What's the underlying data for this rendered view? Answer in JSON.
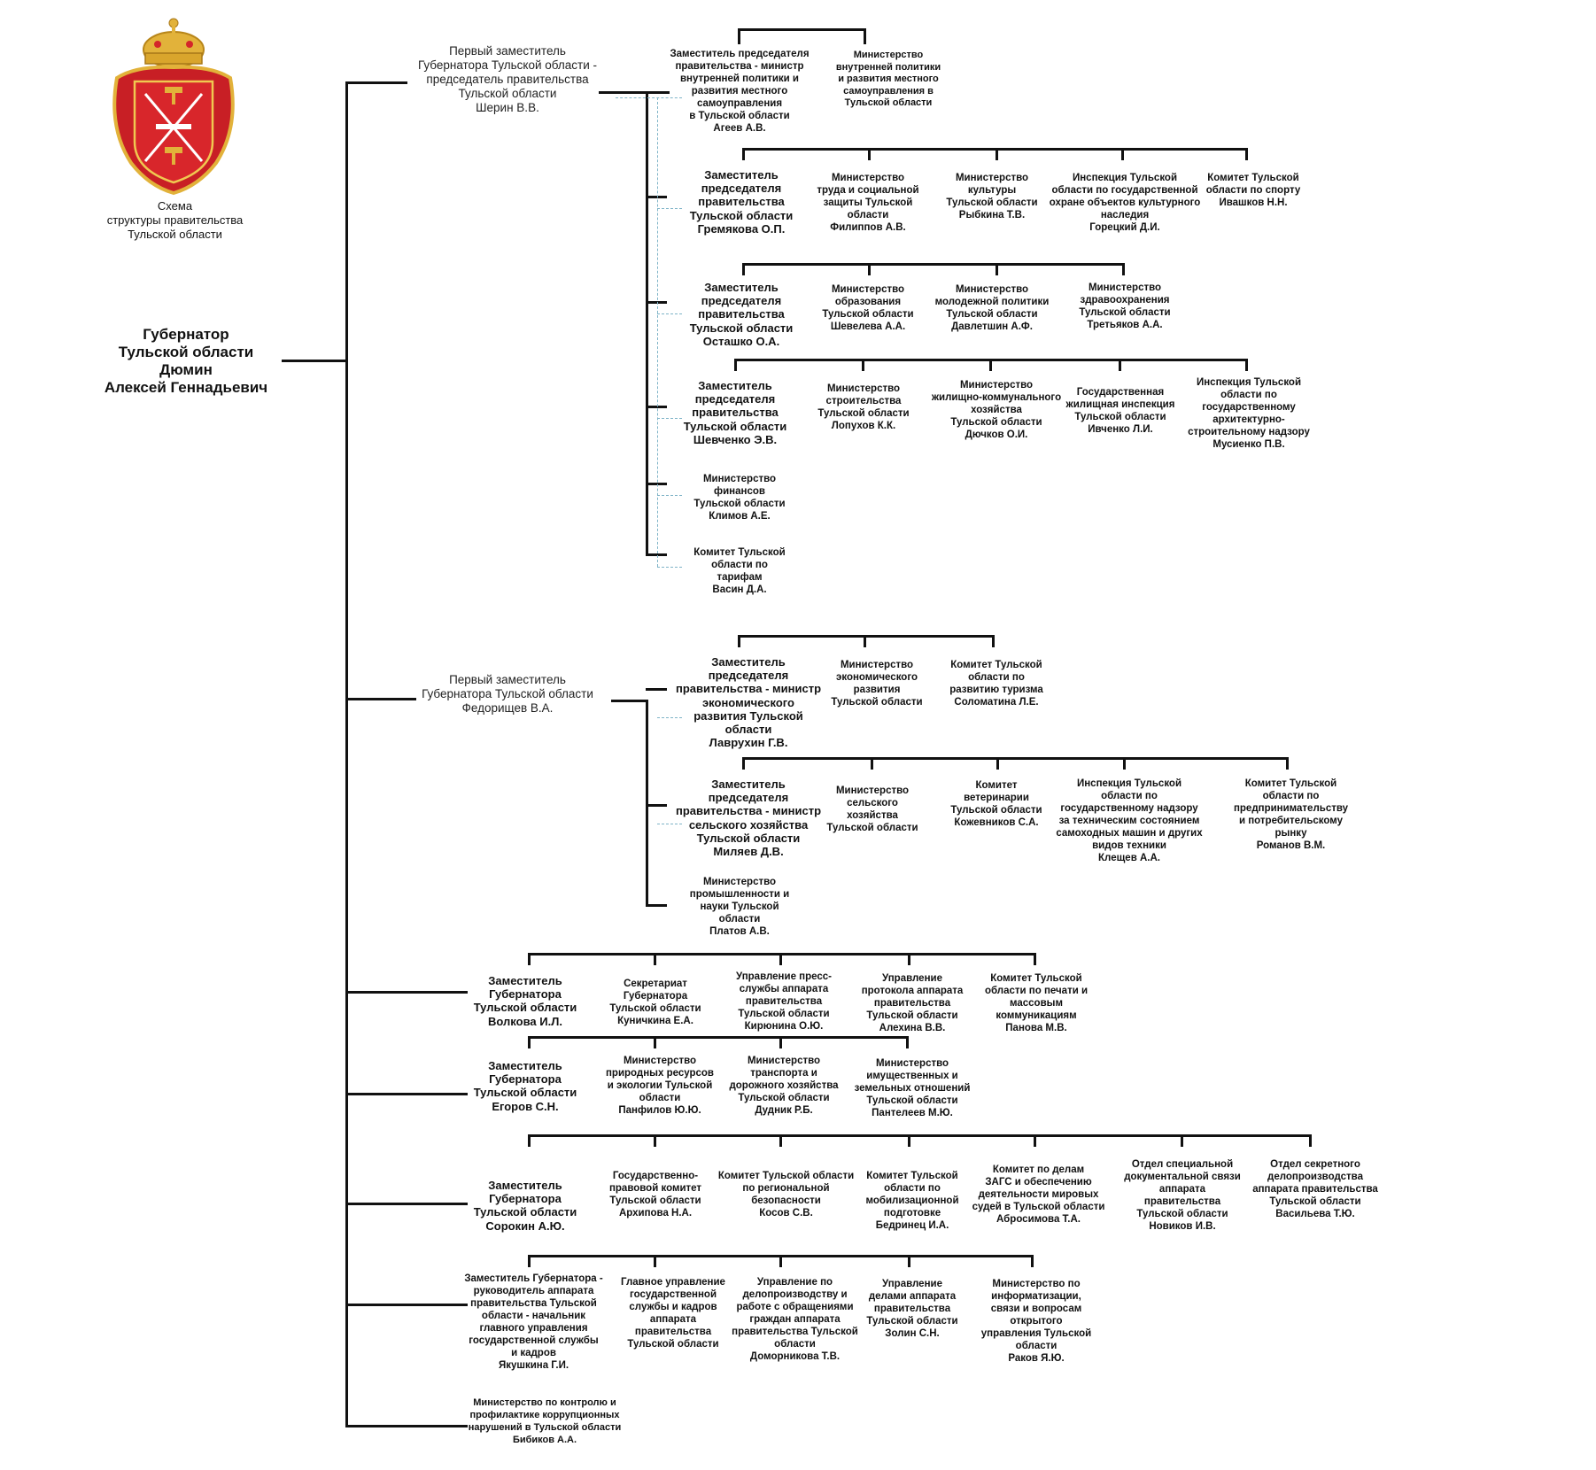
{
  "caption": "Схема\nструктуры правительства\nТульской области",
  "governor": "Губернатор\nТульской области\nДюмин\nАлексей Геннадьевич",
  "first_deputy_sherin": "Первый заместитель\nГубернатора Тульской области -\nпредседатель правительства\nТульской области\nШерин В.В.",
  "first_deputy_fedorishchev": "Первый заместитель\nГубернатора Тульской области\nФедорищев В.А.",
  "sherin_block": {
    "ageev": "Заместитель председателя\nправительства - министр\nвнутренней политики и\nразвития местного\nсамоуправления\nв Тульской области\nАгеев А.В.",
    "ageev_sub": [
      "Министерство\nвнутренней политики\nи развития местного\nсамоуправления в\nТульской области"
    ],
    "gremyakova": "Заместитель\nпредседателя\nправительства\nТульской области\nГремякова О.П.",
    "gremyakova_sub": [
      "Министерство\nтруда и социальной\nзащиты Тульской\nобласти\nФилиппов А.В.",
      "Министерство\nкультуры\nТульской области\nРыбкина Т.В.",
      "Инспекция Тульской\nобласти по государственной\nохране объектов культурного\nнаследия\nГорецкий Д.И.",
      "Комитет Тульской\nобласти по спорту\nИвашков Н.Н."
    ],
    "ostashko": "Заместитель\nпредседателя\nправительства\nТульской области\nОсташко О.А.",
    "ostashko_sub": [
      "Министерство\nобразования\nТульской области\nШевелева А.А.",
      "Министерство\nмолодежной политики\nТульской области\nДавлетшин А.Ф.",
      "Министерство\nздравоохранения\nТульской области\nТретьяков А.А."
    ],
    "shevchenko": "Заместитель\nпредседателя\nправительства\nТульской области\nШевченко Э.В.",
    "shevchenko_sub": [
      "Министерство\nстроительства\nТульской области\nЛопухов К.К.",
      "Министерство\nжилищно-коммунального\nхозяйства\nТульской области\nДючков О.И.",
      "Государственная\nжилищная инспекция\nТульской области\nИвченко Л.И.",
      "Инспекция Тульской\nобласти по\nгосударственному\nархитектурно-\nстроительному надзору\nМусиенко П.В."
    ],
    "finance": "Министерство\nфинансов\nТульской области\nКлимов А.Е.",
    "tariffs": "Комитет Тульской\nобласти по\nтарифам\nВасин Д.А."
  },
  "fedorishchev_block": {
    "lavrukhin": "Заместитель\nпредседателя\nправительства - министр\nэкономического\nразвития Тульской\nобласти\nЛаврухин Г.В.",
    "lavrukhin_sub": [
      "Министерство\nэкономического\nразвития\nТульской области",
      "Комитет Тульской\nобласти по\nразвитию туризма\nСоломатина Л.Е."
    ],
    "milyaev": "Заместитель\nпредседателя\nправительства - министр\nсельского хозяйства\nТульской области\nМиляев Д.В.",
    "milyaev_sub": [
      "Министерство\nсельского\nхозяйства\nТульской области",
      "Комитет\nветеринарии\nТульской области\nКожевников С.А.",
      "Инспекция Тульской\nобласти по\nгосударственному надзору\nза техническим состоянием\nсамоходных машин и других\nвидов техники\nКлещев А.А.",
      "Комитет Тульской\nобласти по\nпредпринимательству\nи потребительскому\nрынку\nРоманов В.М."
    ],
    "industry": "Министерство\nпромышленности и\nнауки  Тульской\nобласти\nПлатов А.В."
  },
  "volkova_row": [
    "Заместитель\nГубернатора\nТульской области\nВолкова И.Л.",
    "Секретариат\nГубернатора\nТульской области\nКуничкина Е.А.",
    "Управление пресс-\nслужбы аппарата\nправительства\nТульской области\nКирюнина О.Ю.",
    "Управление\nпротокола аппарата\nправительства\nТульской области\nАлехина В.В.",
    "Комитет Тульской\nобласти по печати и\nмассовым\nкоммуникациям\nПанова М.В."
  ],
  "egorov_row": [
    "Заместитель\nГубернатора\nТульской области\nЕгоров С.Н.",
    "Министерство\nприродных ресурсов\nи экологии Тульской\nобласти\nПанфилов Ю.Ю.",
    "Министерство\nтранспорта и\nдорожного хозяйства\nТульской области\nДудник Р.Б.",
    "Министерство\nимущественных и\nземельных отношений\nТульской области\nПантелеев М.Ю."
  ],
  "sorokin_row": [
    "Заместитель\nГубернатора\nТульской области\nСорокин А.Ю.",
    "Государственно-\nправовой комитет\nТульской области\nАрхипова Н.А.",
    "Комитет Тульской области\nпо региональной\nбезопасности\nКосов С.В.",
    "Комитет Тульской\nобласти по\nмобилизационной\nподготовке\nБедринец И.А.",
    "Комитет  по делам\nЗАГС и обеспечению\nдеятельности мировых\nсудей в Тульской области\nАбросимова Т.А.",
    "Отдел специальной\nдокументальной связи\nаппарата\nправительства\nТульской области\nНовиков И.В.",
    "Отдел секретного\nделопроизводства\nаппарата правительства\nТульской области\nВасильева Т.Ю."
  ],
  "yakushkina_row": [
    "Заместитель Губернатора -\nруководитель аппарата\nправительства Тульской\nобласти - начальник\nглавного управления\nгосударственной службы\nи кадров\nЯкушкина Г.И.",
    "Главное управление\nгосударственной\nслужбы и кадров\nаппарата\nправительства\nТульской области",
    "Управление по\nделопроизводству и\nработе с обращениями\nграждан аппарата\nправительства Тульской\nобласти\nДоморникова Т.В.",
    "Управление\nделами аппарата\nправительства\nТульской области\nЗолин С.Н.",
    "Министерство по\nинформатизации,\nсвязи и вопросам\nоткрытого\nуправления Тульской\nобласти\nРаков Я.Ю."
  ],
  "anticorruption": "Министерство по контролю и\nпрофилактике коррупционных\nнарушений в Тульской области\nБибиков А.А.",
  "colors": {
    "emblem_red": "#d4252a",
    "emblem_gold": "#e2b23a",
    "line": "#111111",
    "dashed": "#7fb4c8"
  }
}
